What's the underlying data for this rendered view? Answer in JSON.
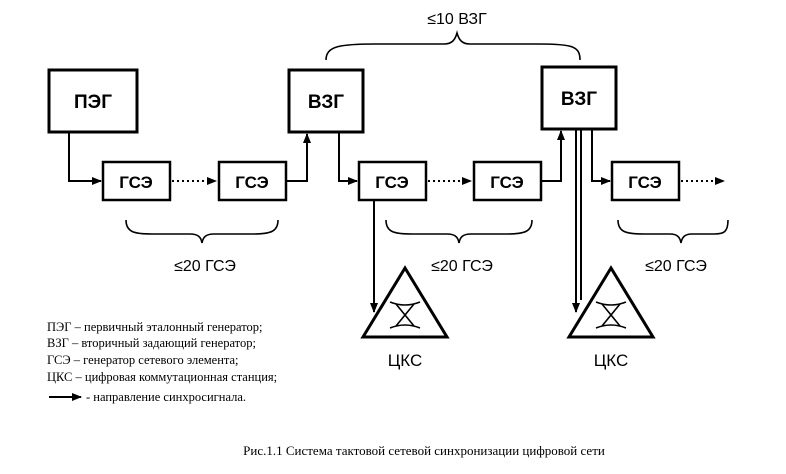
{
  "diagram": {
    "boxes": {
      "peg": "ПЭГ",
      "vzg1": "ВЗГ",
      "vzg2": "ВЗГ",
      "gse1": "ГСЭ",
      "gse2": "ГСЭ",
      "gse3": "ГСЭ",
      "gse4": "ГСЭ",
      "gse5": "ГСЭ"
    },
    "braces": {
      "top": "≤10 ВЗГ",
      "bottom_left": "≤20 ГСЭ",
      "bottom_middle": "≤20 ГСЭ",
      "bottom_right": "≤20 ГСЭ"
    },
    "stations": {
      "station1": "ЦКС",
      "station2": "ЦКС"
    }
  },
  "legend": {
    "items": [
      "ПЭГ – первичный эталонный генератор;",
      "ВЗГ – вторичный задающий генератор;",
      "ГСЭ – генератор сетевого элемента;",
      "ЦКС – цифровая коммутационная станция;"
    ],
    "arrow_text": "- направление синхросигнала."
  },
  "caption": "Рис.1.1 Система тактовой сетевой синхронизации цифровой сети"
}
